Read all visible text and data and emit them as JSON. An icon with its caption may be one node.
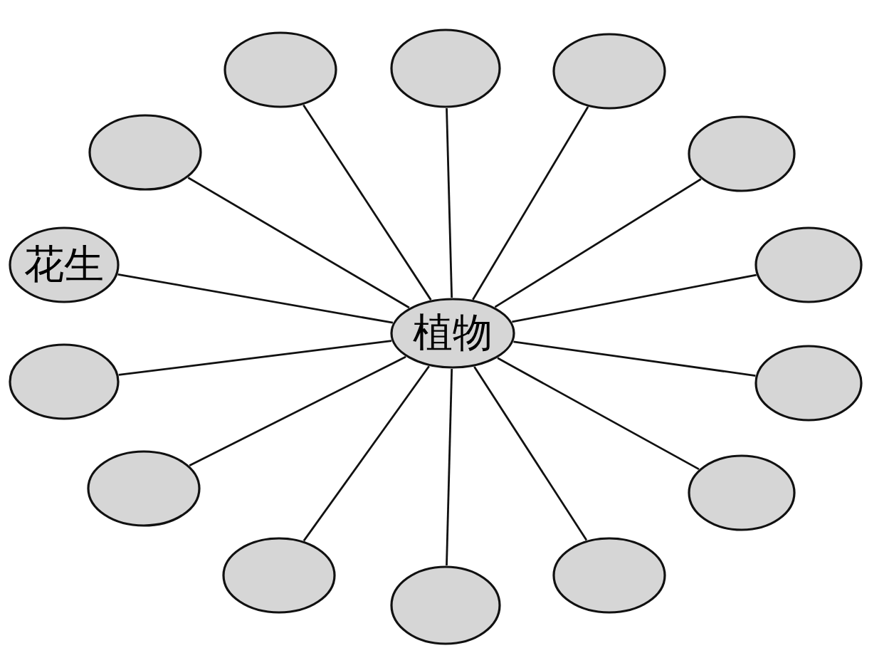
{
  "diagram": {
    "nodes": [
      {
        "text": [
          "植物"
        ]
      },
      {
        "text": [],
        "shape": "ellipse"
      },
      {
        "text": [],
        "shape": "ellipse"
      },
      {
        "text": [],
        "shape": "ellipse"
      },
      {
        "text": [],
        "shape": "ellipse"
      },
      {
        "text": [],
        "shape": "ellipse"
      },
      {
        "text": [
          "花生"
        ]
      },
      {
        "text": [],
        "shape": "ellipse"
      },
      {
        "text": [],
        "shape": "ellipse"
      },
      {
        "text": [],
        "shape": "ellipse"
      },
      {
        "text": [],
        "shape": "ellipse"
      },
      {
        "text": [],
        "shape": "ellipse"
      },
      {
        "text": [],
        "shape": "ellipse"
      },
      {
        "text": [],
        "shape": "ellipse"
      },
      {
        "text": [],
        "shape": "ellipse"
      }
    ],
    "edges": [
      {
        "from": 0,
        "to": 1,
        "arrow": "none"
      },
      {
        "from": 0,
        "to": 2,
        "arrow": "none"
      },
      {
        "from": 0,
        "to": 3,
        "arrow": "none"
      },
      {
        "from": 0,
        "to": 4,
        "arrow": "none"
      },
      {
        "from": 0,
        "to": 5,
        "arrow": "none"
      },
      {
        "from": 0,
        "to": 6,
        "arrow": "none"
      },
      {
        "from": 0,
        "to": 7,
        "arrow": "none"
      },
      {
        "from": 0,
        "to": 8,
        "arrow": "none"
      },
      {
        "from": 0,
        "to": 9,
        "arrow": "none"
      },
      {
        "from": 0,
        "to": 10,
        "arrow": "none"
      },
      {
        "from": 0,
        "to": 11,
        "arrow": "none"
      },
      {
        "from": 0,
        "to": 12,
        "arrow": "none"
      },
      {
        "from": 0,
        "to": 13,
        "arrow": "none"
      },
      {
        "from": 0,
        "to": 14,
        "arrow": "none"
      }
    ]
  }
}
